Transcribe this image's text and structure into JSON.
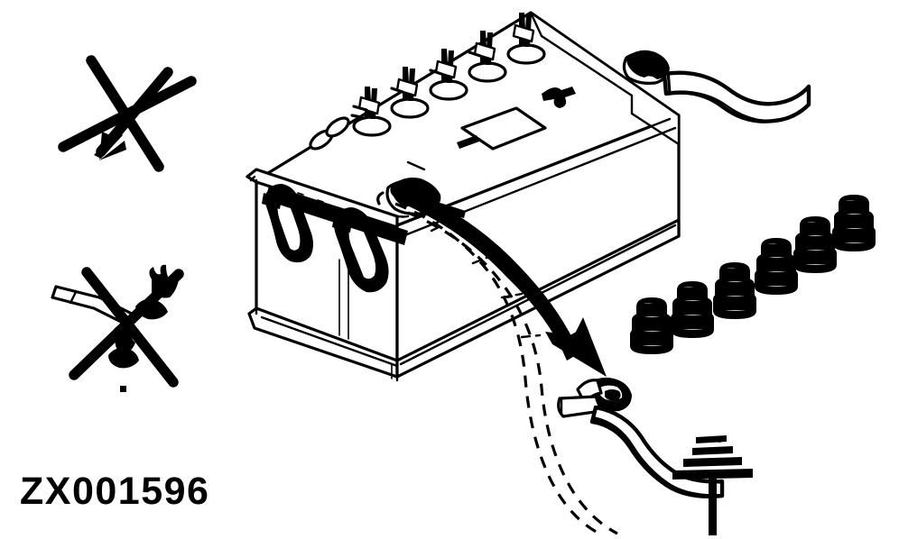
{
  "figure": {
    "code_label": "ZX001596",
    "title": "Battery negative cable disconnection",
    "background_color": "#ffffff",
    "line_color": "#000000",
    "view": "three-quarter isometric line drawing"
  },
  "prohibition_symbols": [
    {
      "name": "no-flame-or-spark",
      "description": "crossed-out downward arrow symbol",
      "position": "upper-left",
      "cross_strokes": 2
    },
    {
      "name": "no-smoking-or-tools",
      "description": "crossed-out tool and flame symbol",
      "position": "mid-left",
      "cross_strokes": 2
    }
  ],
  "battery": {
    "name": "vehicle-lead-acid-battery",
    "cell_count": 6,
    "vent_plug_count": 6,
    "handles": 2,
    "terminals": [
      {
        "name": "positive-terminal",
        "marking": "+",
        "location": "far-right-top"
      },
      {
        "name": "negative-terminal",
        "marking": "-",
        "location": "near-left-top"
      }
    ],
    "label_plate": {
      "present": true,
      "plus_mark": "+",
      "minus_mark": "-"
    }
  },
  "removed_plugs": {
    "name": "removed-vent-plugs",
    "count": 6,
    "arrangement": "diagonal row, lower right",
    "tiers_per_plug": 3
  },
  "cables": {
    "positive_cable": {
      "name": "positive-battery-cable",
      "routing": "exits far-right terminal, curves right and off-frame"
    },
    "negative_cable": {
      "name": "negative-battery-cable",
      "routing": "detached from negative terminal, swung down to ground point",
      "clamp": "battery-post-clamp",
      "original_path_style": "dashed outline"
    }
  },
  "arrow": {
    "name": "removal-direction-arrow",
    "description": "thick curved arrow from negative terminal sweeping down-right",
    "direction": "down-right"
  },
  "ground_symbol": {
    "name": "chassis-ground-symbol",
    "bars": 4,
    "position": "lower-right"
  }
}
